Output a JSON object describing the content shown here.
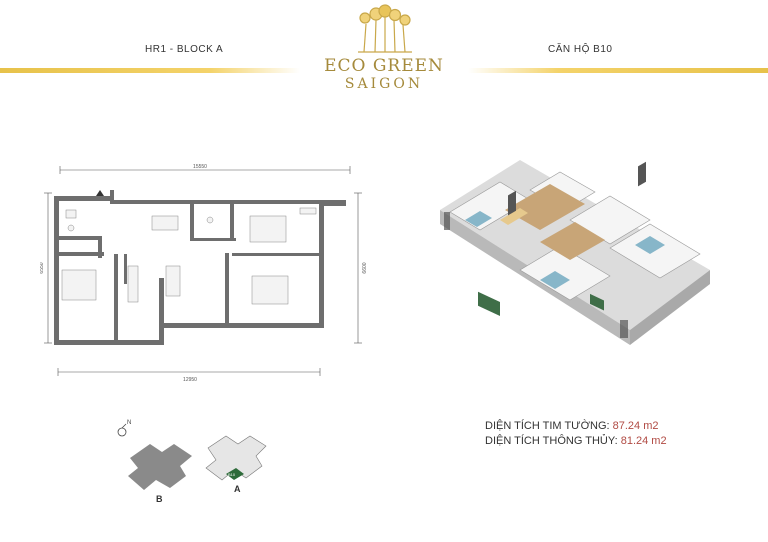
{
  "header": {
    "block_label": "HR1 - BLOCK A",
    "unit_label": "CĂN HỘ B10",
    "logo_line1": "ECO GREEN",
    "logo_line2": "SAIGON"
  },
  "floor_plan": {
    "dim_top": "15550",
    "dim_bottom": "12950",
    "dim_left": "6550",
    "dim_right": "6600"
  },
  "areas": {
    "wall_center_label": "DIỆN TÍCH TIM TƯỜNG:",
    "wall_center_value": "87.24 m2",
    "clear_label": "DIỆN TÍCH THÔNG THỦY:",
    "clear_value": "81.24 m2"
  },
  "key_plan": {
    "north_label": "N",
    "building_b_label": "B",
    "building_a_label": "A",
    "unit_tag": "B10"
  },
  "colors": {
    "gold": "#e7c24a",
    "logo": "#a58a3b",
    "value_red": "#b14b44",
    "highlight_green": "#2e6b3a"
  }
}
